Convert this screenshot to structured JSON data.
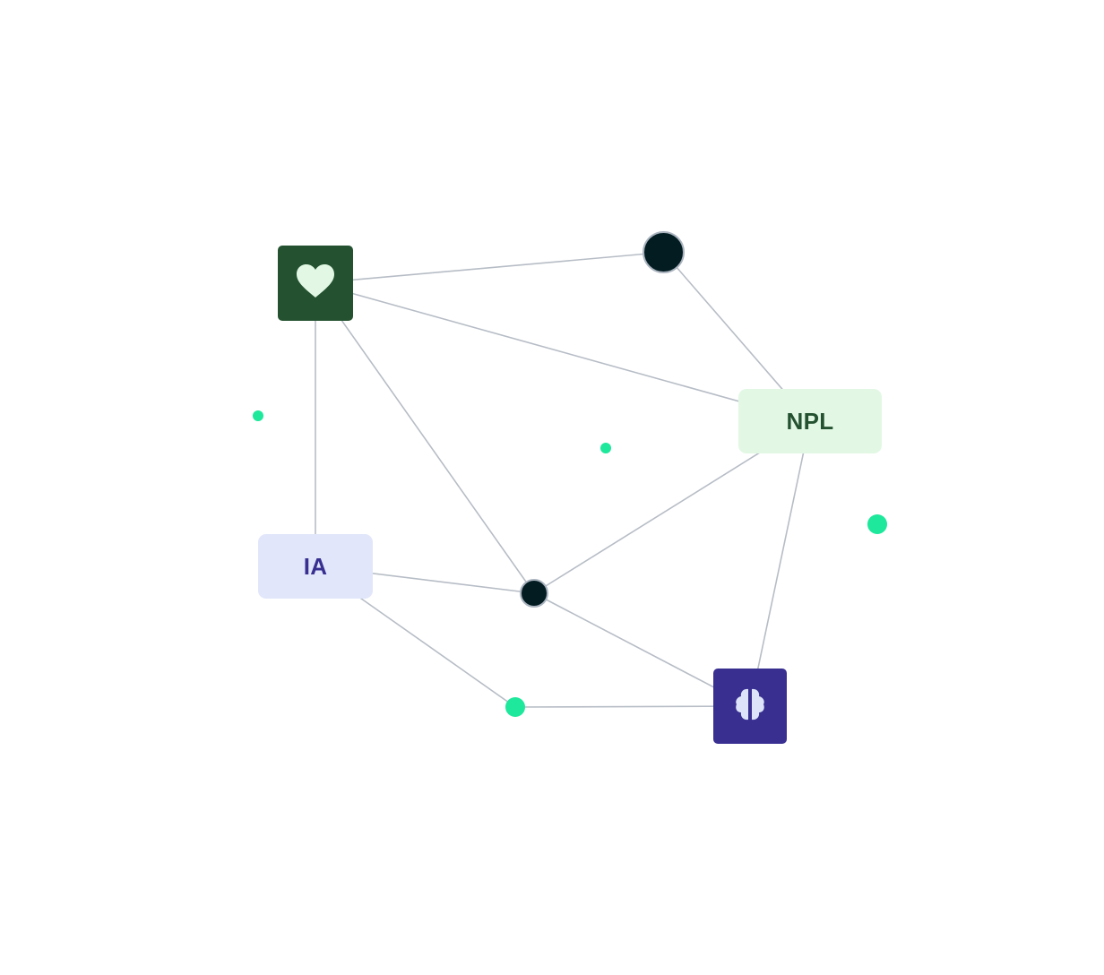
{
  "colors": {
    "heart_tile": "#245230",
    "heart_glyph": "#e2f8e4",
    "brain_tile": "#382f91",
    "brain_glyph": "#dde3f8",
    "npl_bg": "#e2f8e4",
    "npl_text": "#245230",
    "ia_bg": "#e1e6fa",
    "ia_text": "#382f91",
    "hub": "#021c22",
    "accent_dot": "#1de89b",
    "edge": "#b7bdc6"
  },
  "nodes": {
    "heart_tile": {
      "icon": "heart-icon"
    },
    "brain_tile": {
      "icon": "brain-icon"
    },
    "npl_tag": {
      "label": "NPL"
    },
    "ia_tag": {
      "label": "IA"
    }
  },
  "edges": [
    [
      "heart_tile",
      "hub_top"
    ],
    [
      "heart_tile",
      "npl_tag"
    ],
    [
      "heart_tile",
      "hub_center"
    ],
    [
      "heart_tile",
      "ia_tag"
    ],
    [
      "hub_top",
      "npl_tag"
    ],
    [
      "npl_tag",
      "hub_center"
    ],
    [
      "npl_tag",
      "brain_tile"
    ],
    [
      "ia_tag",
      "hub_center"
    ],
    [
      "ia_tag",
      "dot_bottom"
    ],
    [
      "hub_center",
      "brain_tile"
    ],
    [
      "dot_bottom",
      "brain_tile"
    ]
  ]
}
